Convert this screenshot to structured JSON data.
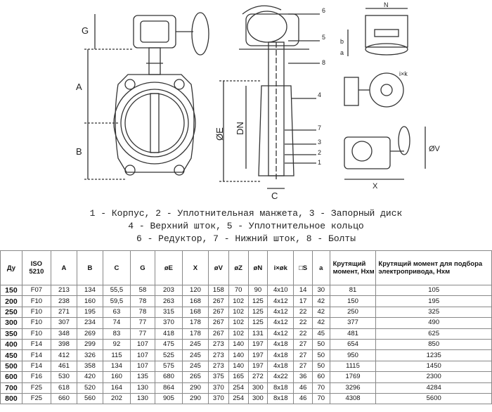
{
  "drawing": {
    "dim_labels": {
      "G": "G",
      "A": "A",
      "B": "B",
      "E": "ØE",
      "DN": "DN",
      "C": "C",
      "N": "N",
      "b": "b",
      "a": "a",
      "ixk": "i×k",
      "V": "ØV",
      "X": "X",
      "callouts": [
        "1",
        "2",
        "3",
        "4",
        "5",
        "6",
        "7",
        "8"
      ]
    }
  },
  "captions": [
    "1 - Корпус, 2 - Уплотнительная манжета, 3 - Запорный диск",
    "4 - Верхний шток, 5 - Уплотнительное кольцо",
    "6 - Редуктор, 7 - Нижний шток, 8 - Болты"
  ],
  "table": {
    "headers": [
      "Ду",
      "ISO 5210",
      "A",
      "B",
      "C",
      "G",
      "øE",
      "X",
      "øV",
      "øZ",
      "øN",
      "i×øk",
      "□S",
      "a",
      "Крутящий момент, Нхм",
      "Крутящий момент для подбора электропривода, Нхм"
    ],
    "rows": [
      [
        "150",
        "F07",
        "213",
        "134",
        "55,5",
        "58",
        "203",
        "120",
        "158",
        "70",
        "90",
        "4x10",
        "14",
        "30",
        "81",
        "105"
      ],
      [
        "200",
        "F10",
        "238",
        "160",
        "59,5",
        "78",
        "263",
        "168",
        "267",
        "102",
        "125",
        "4x12",
        "17",
        "42",
        "150",
        "195"
      ],
      [
        "250",
        "F10",
        "271",
        "195",
        "63",
        "78",
        "315",
        "168",
        "267",
        "102",
        "125",
        "4x12",
        "22",
        "42",
        "250",
        "325"
      ],
      [
        "300",
        "F10",
        "307",
        "234",
        "74",
        "77",
        "370",
        "178",
        "267",
        "102",
        "125",
        "4x12",
        "22",
        "42",
        "377",
        "490"
      ],
      [
        "350",
        "F10",
        "348",
        "269",
        "83",
        "77",
        "418",
        "178",
        "267",
        "102",
        "131",
        "4x12",
        "22",
        "45",
        "481",
        "625"
      ],
      [
        "400",
        "F14",
        "398",
        "299",
        "92",
        "107",
        "475",
        "245",
        "273",
        "140",
        "197",
        "4x18",
        "27",
        "50",
        "654",
        "850"
      ],
      [
        "450",
        "F14",
        "412",
        "326",
        "115",
        "107",
        "525",
        "245",
        "273",
        "140",
        "197",
        "4x18",
        "27",
        "50",
        "950",
        "1235"
      ],
      [
        "500",
        "F14",
        "461",
        "358",
        "134",
        "107",
        "575",
        "245",
        "273",
        "140",
        "197",
        "4x18",
        "27",
        "50",
        "1115",
        "1450"
      ],
      [
        "600",
        "F16",
        "530",
        "420",
        "160",
        "135",
        "680",
        "265",
        "375",
        "165",
        "272",
        "4x22",
        "36",
        "60",
        "1769",
        "2300"
      ],
      [
        "700",
        "F25",
        "618",
        "520",
        "164",
        "130",
        "864",
        "290",
        "370",
        "254",
        "300",
        "8x18",
        "46",
        "70",
        "3296",
        "4284"
      ],
      [
        "800",
        "F25",
        "660",
        "560",
        "202",
        "130",
        "905",
        "290",
        "370",
        "254",
        "300",
        "8x18",
        "46",
        "70",
        "4308",
        "5600"
      ]
    ]
  }
}
